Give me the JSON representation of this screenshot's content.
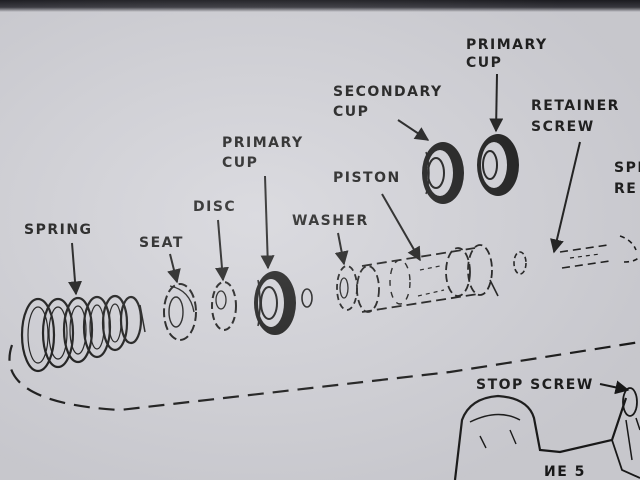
{
  "labels": {
    "primary_cup_top": [
      "PRIMARY",
      "CUP"
    ],
    "secondary_cup": [
      "SECONDARY",
      "CUP"
    ],
    "retainer_screw": [
      "RETAINER",
      "SCREW"
    ],
    "spring_retainer_partial": [
      "SPR",
      "RE"
    ],
    "primary_cup": [
      "PRIMARY",
      "CUP"
    ],
    "piston": "PISTON",
    "disc": "DISC",
    "washer": "WASHER",
    "spring": "SPRING",
    "seat": "SEAT",
    "stop_screw": "STOP SCREW",
    "bottom_fragment": "ИЕ 5"
  },
  "colors": {
    "paper": "#d3d3d9",
    "ink": "#1a1a1a"
  }
}
